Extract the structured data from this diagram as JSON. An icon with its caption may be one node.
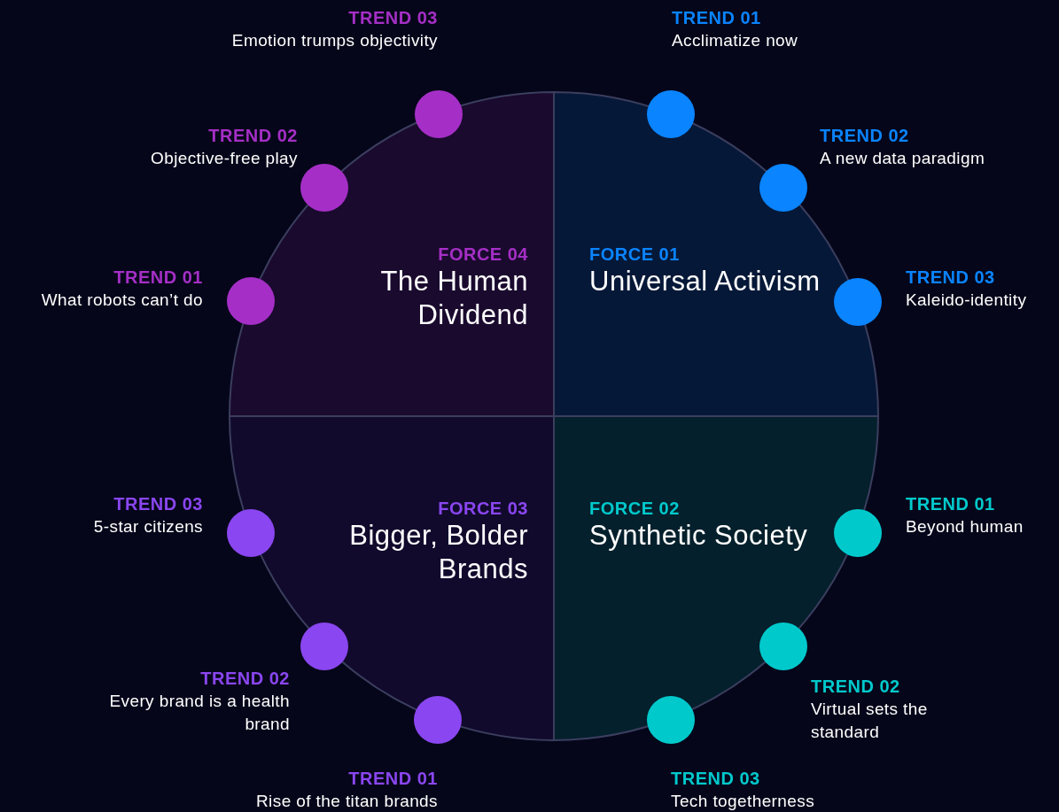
{
  "diagram": {
    "nodes": [
      {
        "text": [
          "FORCE 04",
          "The Human Dividend"
        ]
      },
      {
        "text": [],
        "shape": "circle",
        "beside": [
          "TREND 03",
          "Emotion trumps objectivity"
        ]
      },
      {
        "text": [],
        "shape": "circle",
        "beside": [
          "TREND 02",
          "Objective-free play"
        ]
      },
      {
        "text": [],
        "shape": "circle",
        "beside": [
          "TREND 01",
          "What robots can’t do"
        ]
      },
      {
        "text": [
          "FORCE 01",
          "Universal Activism"
        ]
      },
      {
        "text": [],
        "shape": "circle",
        "beside": [
          "TREND 01",
          "Acclimatize now"
        ]
      },
      {
        "text": [],
        "shape": "circle",
        "beside": [
          "TREND 02",
          "A new data paradigm"
        ]
      },
      {
        "text": [],
        "shape": "circle",
        "beside": [
          "TREND 03",
          "Kaleido-identity"
        ]
      },
      {
        "text": [
          "FORCE 03",
          "Bigger, Bolder Brands"
        ]
      },
      {
        "text": [],
        "shape": "circle",
        "beside": [
          "TREND 03",
          "5-star citizens"
        ]
      },
      {
        "text": [],
        "shape": "circle",
        "beside": [
          "TREND 02",
          "Every brand is a health brand"
        ]
      },
      {
        "text": [],
        "shape": "circle",
        "beside": [
          "TREND 01",
          "Rise of the titan brands"
        ]
      },
      {
        "text": [
          "FORCE 02",
          "Synthetic Society"
        ]
      },
      {
        "text": [],
        "shape": "circle",
        "beside": [
          "TREND 01",
          "Beyond human"
        ]
      },
      {
        "text": [],
        "shape": "circle",
        "beside": [
          "TREND 02",
          "Virtual sets the standard"
        ]
      },
      {
        "text": [],
        "shape": "circle",
        "beside": [
          "TREND 03",
          "Tech togetherness"
        ]
      }
    ]
  }
}
